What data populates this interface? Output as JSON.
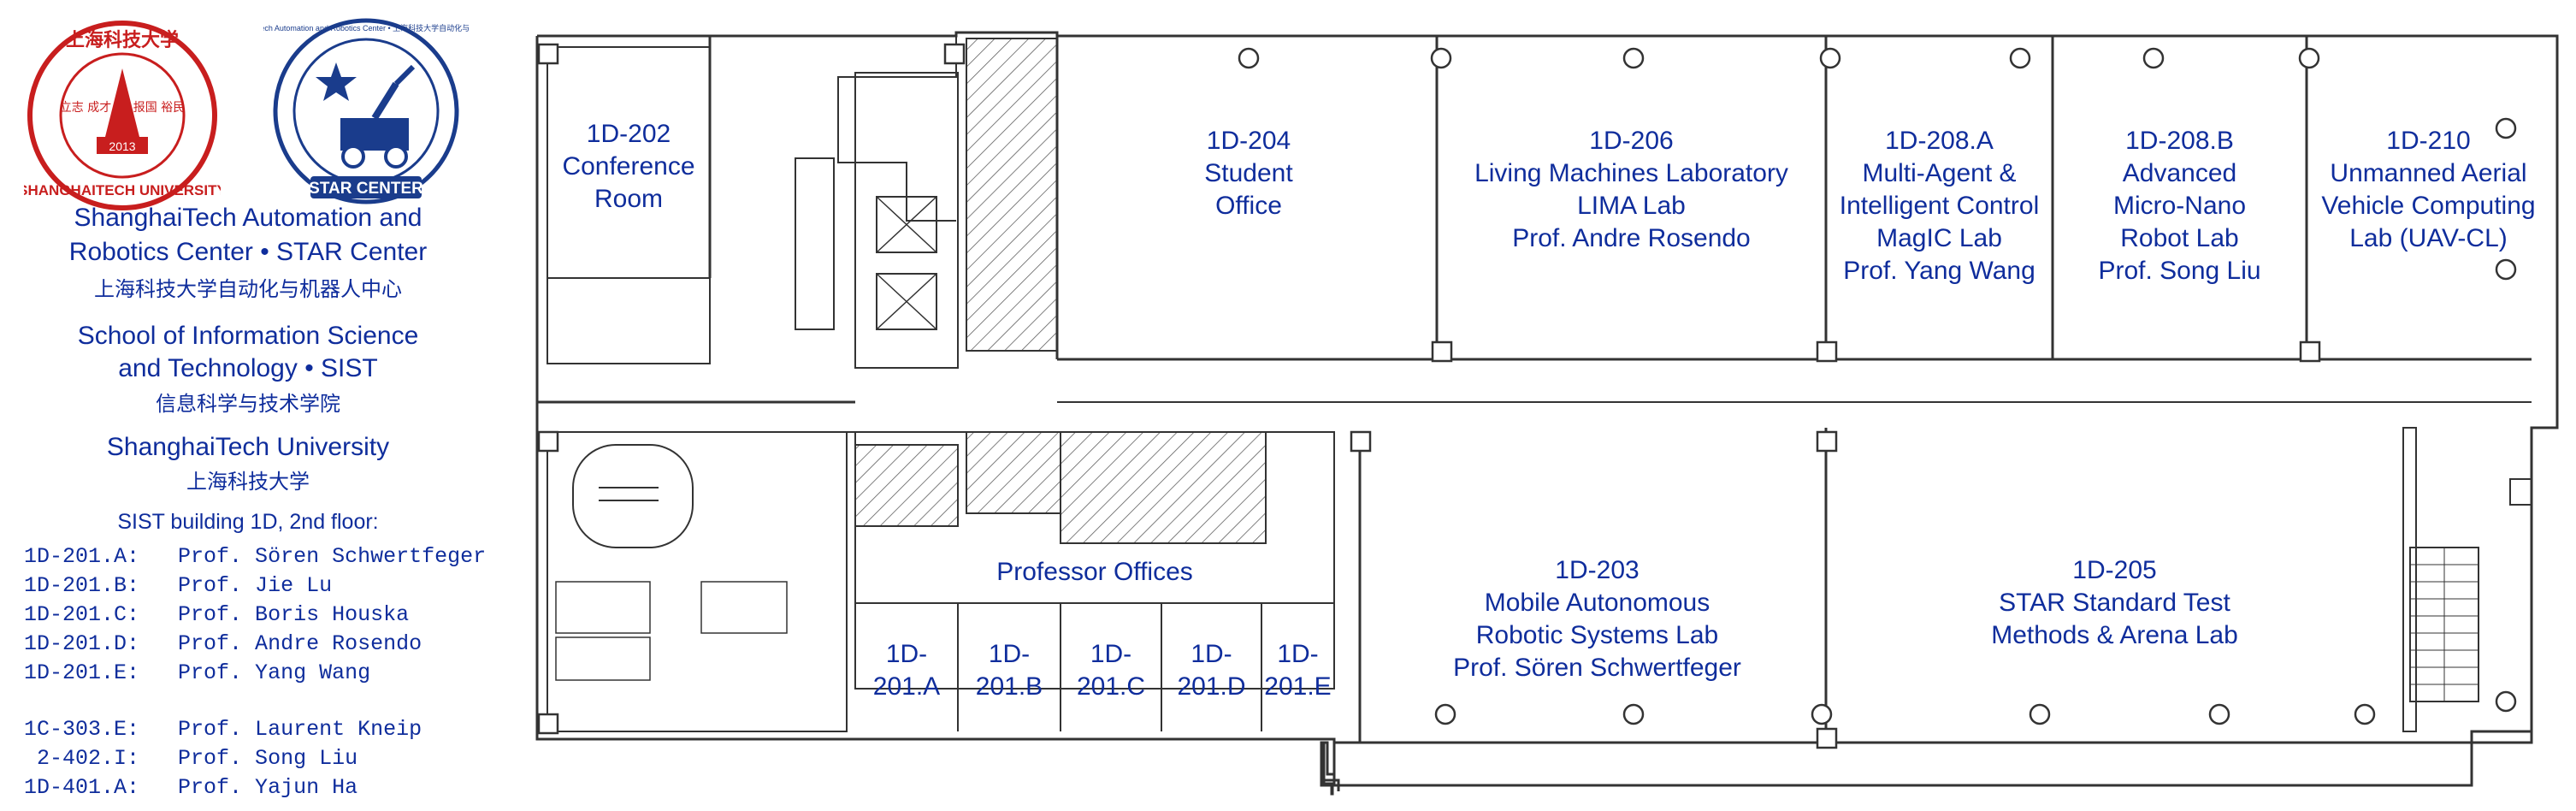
{
  "logos": {
    "shanghaitech": {
      "ring_text": "SHANGHAITECH UNIVERSITY",
      "chinese": "上海科技大学",
      "year": "2013",
      "motto_left": "立志 成才",
      "motto_right": "报国 裕民",
      "color": "#c81e1e"
    },
    "star_center": {
      "ring_text": "ShanghaiTech Automation and Robotics Center • 上海科技大学自动化与机器人中心",
      "name": "STAR CENTER",
      "color": "#1a3c8c"
    }
  },
  "header_info": {
    "center_line1": "ShanghaiTech Automation and",
    "center_line2": "Robotics Center  •  STAR Center",
    "center_cn": "上海科技大学自动化与机器人中心",
    "school_line1": "School of Information Science",
    "school_line2": "and Technology  •  SIST",
    "school_cn": "信息科学与技术学院",
    "university": "ShanghaiTech University",
    "university_cn": "上海科技大学",
    "building": "SIST building 1D, 2nd floor:"
  },
  "directory": [
    {
      "room": "1D-201.A:",
      "person": "Prof. Sören Schwertfeger"
    },
    {
      "room": "1D-201.B:",
      "person": "Prof. Jie Lu"
    },
    {
      "room": "1D-201.C:",
      "person": "Prof. Boris Houska"
    },
    {
      "room": "1D-201.D:",
      "person": "Prof. Andre Rosendo"
    },
    {
      "room": "1D-201.E:",
      "person": "Prof. Yang Wang"
    },
    {
      "room": "1C-303.E:",
      "person": "Prof. Laurent Kneip"
    },
    {
      "room": " 2-402.I:",
      "person": "Prof. Song Liu"
    },
    {
      "room": "1D-401.A:",
      "person": "Prof. Yajun Ha"
    }
  ],
  "rooms": {
    "r202": {
      "l1": "1D-202",
      "l2": "Conference",
      "l3": "Room"
    },
    "r204": {
      "l1": "1D-204",
      "l2": "Student",
      "l3": "Office"
    },
    "r206": {
      "l1": "1D-206",
      "l2": "Living Machines Laboratory",
      "l3": "LIMA Lab",
      "l4": "Prof. Andre Rosendo"
    },
    "r208a": {
      "l1": "1D-208.A",
      "l2": "Multi-Agent &",
      "l3": "Intelligent Control",
      "l4": "MagIC Lab",
      "l5": "Prof. Yang Wang"
    },
    "r208b": {
      "l1": "1D-208.B",
      "l2": "Advanced",
      "l3": "Micro-Nano",
      "l4": "Robot Lab",
      "l5": "Prof. Song Liu"
    },
    "r210": {
      "l1": "1D-210",
      "l2": "Unmanned Aerial",
      "l3": "Vehicle Computing",
      "l4": "Lab (UAV-CL)"
    },
    "professor_offices": "Professor Offices",
    "r201a": {
      "l1": "1D-",
      "l2": "201.A"
    },
    "r201b": {
      "l1": "1D-",
      "l2": "201.B"
    },
    "r201c": {
      "l1": "1D-",
      "l2": "201.C"
    },
    "r201d": {
      "l1": "1D-",
      "l2": "201.D"
    },
    "r201e": {
      "l1": "1D-",
      "l2": "201.E"
    },
    "r203": {
      "l1": "1D-203",
      "l2": "Mobile Autonomous",
      "l3": "Robotic Systems Lab",
      "l4": "Prof. Sören Schwertfeger"
    },
    "r205": {
      "l1": "1D-205",
      "l2": "STAR Standard Test",
      "l3": "Methods & Arena Lab"
    }
  },
  "colors": {
    "label_blue": "#0f2d9c",
    "wall": "#333333",
    "hatch": "#555555"
  }
}
